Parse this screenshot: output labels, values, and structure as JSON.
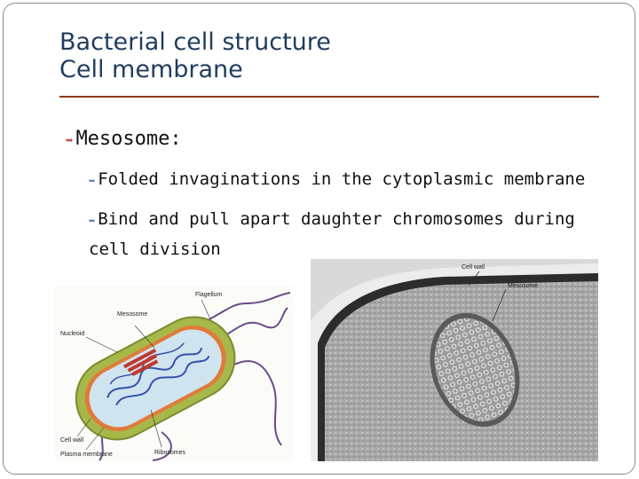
{
  "slide": {
    "title_line1": "Bacterial cell structure",
    "title_line2": "Cell membrane",
    "heading": "Mesosome:",
    "bullets": [
      "Folded invaginations in the cytoplasmic membrane",
      "Bind and pull apart daughter chromosomes during",
      "cell division"
    ],
    "accent_color": "#8b3a1e",
    "title_color": "#1f3c5e"
  },
  "diagram_labels": {
    "flagellum": "Flagellum",
    "mesosome": "Mesosome",
    "nucleoid": "Nucleoid",
    "ribosomes": "Ribosomes",
    "cell_wall": "Cell wall",
    "plasma_membrane": "Plasma membrane"
  },
  "micrograph_labels": {
    "cell_wall": "Cell wall",
    "mesosome": "Mesosome"
  }
}
